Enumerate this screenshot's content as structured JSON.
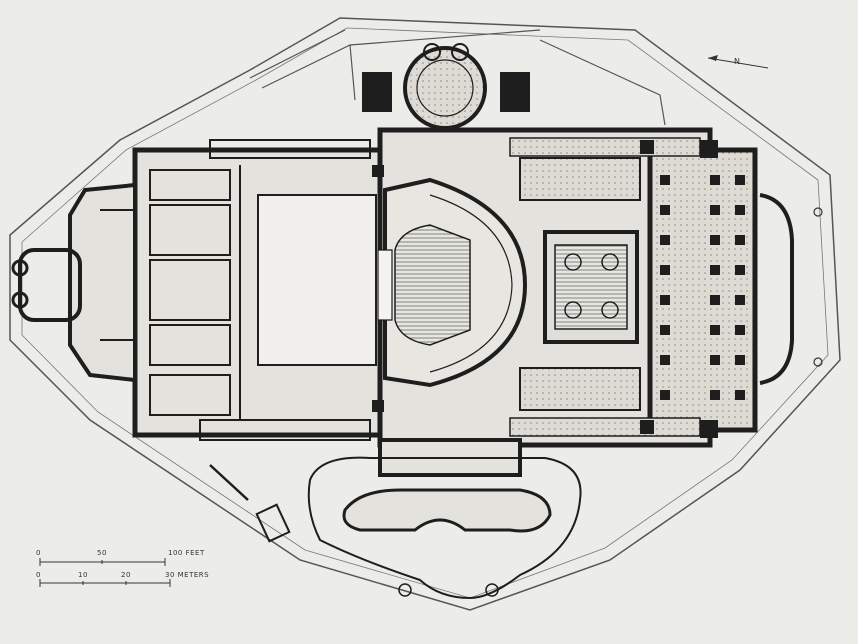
{
  "north_arrow": {
    "label": "N"
  },
  "scale": {
    "feet": {
      "ticks": [
        "0",
        "50",
        "100 FEET"
      ]
    },
    "meters": {
      "ticks": [
        "0",
        "10",
        "20",
        "30 METERS"
      ]
    }
  },
  "colors": {
    "ink": "#1e1e1e",
    "paper": "#ecece9",
    "floor": "#dcdcd6"
  }
}
